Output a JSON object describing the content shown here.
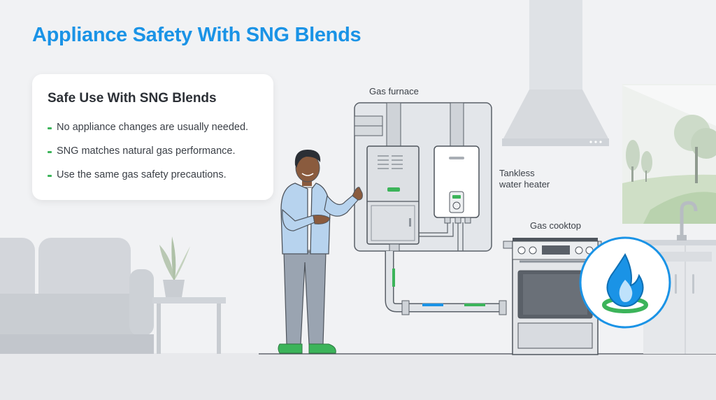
{
  "page": {
    "title": "Appliance Safety With SNG Blends"
  },
  "card": {
    "heading": "Safe Use With SNG Blends",
    "items": [
      "No appliance changes are usually needed.",
      "SNG matches natural gas performance.",
      "Use the same gas safety precautions."
    ]
  },
  "labels": {
    "furnace": "Gas furnace",
    "water_heater_line1": "Tankless",
    "water_heater_line2": "water heater",
    "cooktop": "Gas cooktop"
  },
  "icons": {
    "bullet": "dash-icon",
    "badge": "gas-flame-icon"
  },
  "colors": {
    "accent_blue": "#1a93e6",
    "accent_green": "#3cb45a",
    "shirt_blue": "#b7d3ee",
    "appliance_gray": "#d9dde2"
  }
}
